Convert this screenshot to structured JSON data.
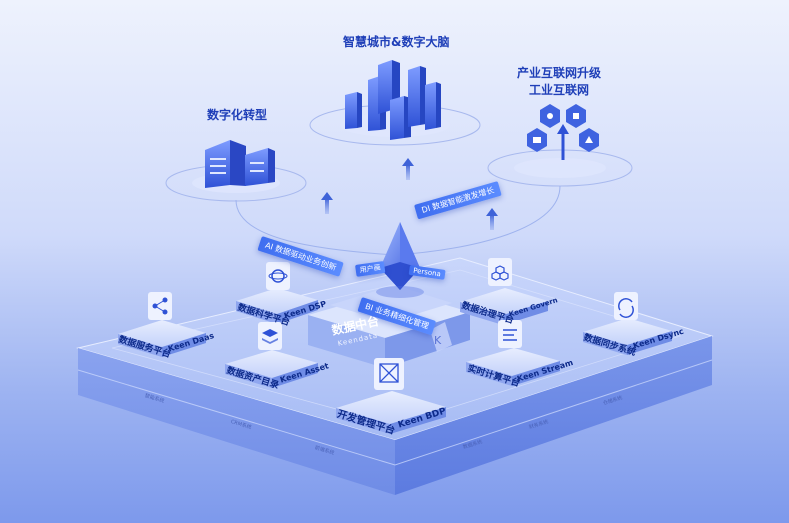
{
  "top": {
    "smart_city": "智慧城市&数字大脑",
    "industry_line1": "产业互联网升级",
    "industry_line2": "工业互联网",
    "digital_transform": "数字化转型"
  },
  "tags": {
    "ai": "AI 数据驱动业务创新",
    "di": "DI 数据智能激发增长",
    "bi": "BI 业务精细化管理",
    "user": "用户画",
    "persona": "Persona"
  },
  "center": {
    "cn": "数据中台",
    "en": "Keendata"
  },
  "modules": {
    "dsp_cn": "数据科学平台",
    "dsp_en": "Keen DSP",
    "govern_cn": "数据治理平台",
    "govern_en": "Keen Govern",
    "daas_cn": "数据服务平台",
    "daas_en": "Keen Daas",
    "asset_cn": "数据资产目录",
    "asset_en": "Keen Asset",
    "stream_cn": "实时计算平台",
    "stream_en": "Keen Stream",
    "dsync_cn": "数据同步系统",
    "dsync_en": "Keen Dsync",
    "bdp_cn": "开发管理平台",
    "bdp_en": "Keen BDP"
  },
  "base_labels": [
    "智能系统",
    "CRM系统",
    "前端系统",
    "数据系统",
    "财务系统",
    "仓储系统"
  ],
  "icons": [
    "building-icon",
    "city-icon",
    "network-hex-icon",
    "share-icon",
    "atom-icon",
    "layers-icon",
    "cube-icon",
    "honeycomb-icon",
    "sync-icon",
    "flow-icon",
    "keendata-logo-icon"
  ]
}
